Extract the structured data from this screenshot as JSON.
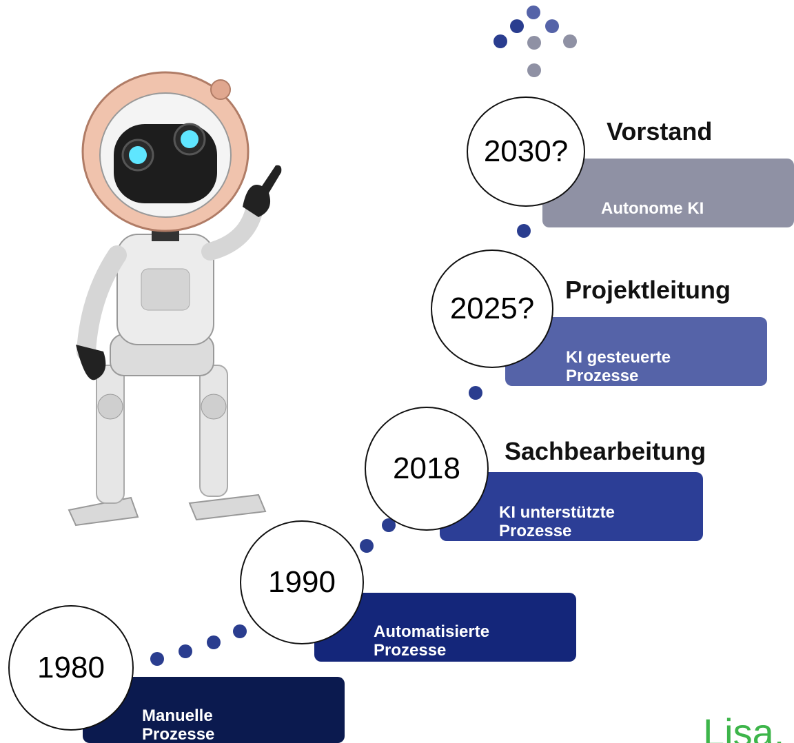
{
  "steps": [
    {
      "year": "1980",
      "label": "Manuelle\nProzesse",
      "role": ""
    },
    {
      "year": "1990",
      "label": "Automatisierte\nProzesse",
      "role": ""
    },
    {
      "year": "2018",
      "label": "KI unterstützte\nProzesse",
      "role": "Sachbearbeitung"
    },
    {
      "year": "2025?",
      "label": "KI gesteuerte\nProzesse",
      "role": "Projektleitung"
    },
    {
      "year": "2030?",
      "label": "Autonome KI",
      "role": "Vorstand"
    }
  ],
  "brand": "Lisa.",
  "colors": {
    "box_1980": "#0b1a4f",
    "box_1990": "#14267a",
    "box_2018": "#2c3e96",
    "box_2025": "#5563a8",
    "box_2030": "#8f91a4",
    "dot_blue": "#2a3d8f",
    "dot_grey": "#8f91a4",
    "brand_green": "#3db54a"
  }
}
